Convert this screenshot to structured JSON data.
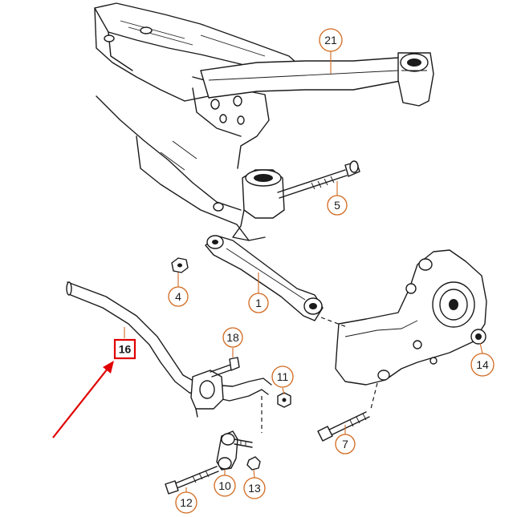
{
  "callouts": [
    {
      "id": "21",
      "label": "21"
    },
    {
      "id": "5",
      "label": "5"
    },
    {
      "id": "4",
      "label": "4"
    },
    {
      "id": "1",
      "label": "1"
    },
    {
      "id": "14",
      "label": "14"
    },
    {
      "id": "18",
      "label": "18"
    },
    {
      "id": "11",
      "label": "11"
    },
    {
      "id": "7",
      "label": "7"
    },
    {
      "id": "10",
      "label": "10"
    },
    {
      "id": "12",
      "label": "12"
    },
    {
      "id": "13",
      "label": "13"
    }
  ],
  "highlighted_part": {
    "label": "16"
  },
  "colors": {
    "outline": "#d2691e",
    "highlight": "#e00000",
    "ink": "#1a1a1a"
  }
}
